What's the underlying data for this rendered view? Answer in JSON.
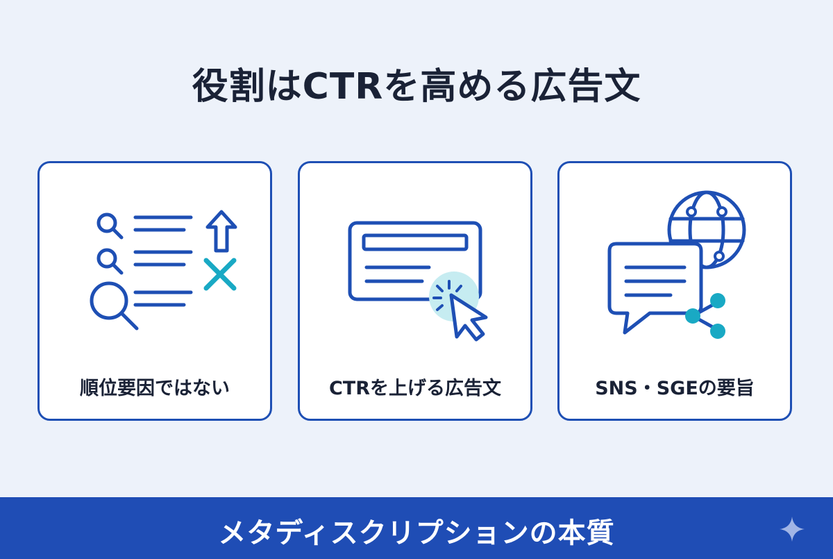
{
  "title": "役割はCTRを高める広告文",
  "cards": [
    {
      "label": "順位要因ではない",
      "icon": "search-ranking-not-factor-icon"
    },
    {
      "label": "CTRを上げる広告文",
      "icon": "ad-click-icon"
    },
    {
      "label": "SNS・SGEの要旨",
      "icon": "chat-globe-share-icon"
    }
  ],
  "footer": {
    "text": "メタディスクリプションの本質",
    "icon": "sparkle-icon"
  },
  "colors": {
    "background": "#edf2fa",
    "accent_blue": "#1e4fb4",
    "accent_teal": "#19a9c4",
    "title_text": "#1a2236",
    "footer_bg": "#1f4db5"
  }
}
